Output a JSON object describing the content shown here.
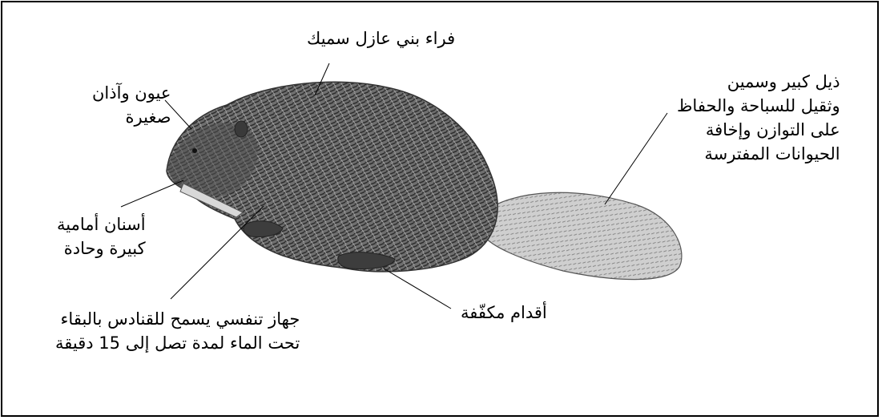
{
  "labels": {
    "fur": "فراء بني عازل سميك",
    "eyes_ears": [
      "عيون وآذان",
      "صغيرة"
    ],
    "teeth": [
      "أسنان أمامية",
      "كبيرة وحادة"
    ],
    "respiratory": [
      "جهاز تنفسي يسمح للقنادس بالبقاء",
      "تحت الماء لمدة تصل إلى 15 دقيقة"
    ],
    "feet": "أقدام مكفّفة",
    "tail": [
      "ذيل كبير وسمين",
      "وثقيل للسباحة والحفاظ",
      "على التوازن وإخافة",
      "الحيوانات المفترسة"
    ]
  }
}
